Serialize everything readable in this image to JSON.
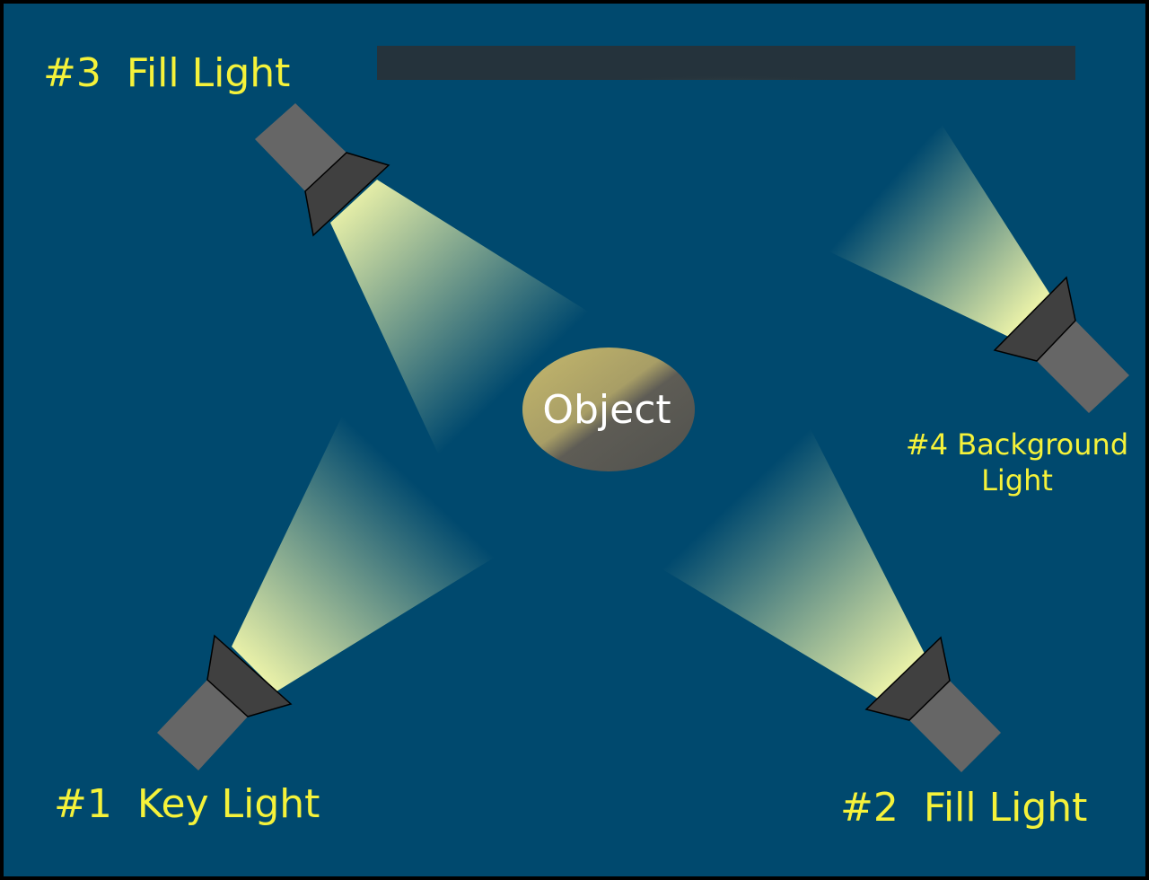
{
  "colors": {
    "background": "#00496E",
    "border": "#000000",
    "label": "#F5F23A",
    "beam": "#E8F0A8",
    "lamp_body": "#666666",
    "lamp_hood": "#404040",
    "object_light": "#BBAF6A",
    "object_dark": "#555550",
    "object_text": "#FFFFFF"
  },
  "object": {
    "label": "Object"
  },
  "lights": {
    "key": {
      "label": "#1  Key Light"
    },
    "fill_right": {
      "label": "#2  Fill Light"
    },
    "fill_top": {
      "label": "#3  Fill Light"
    },
    "background": {
      "line1": "#4 Background",
      "line2": "Light"
    }
  }
}
